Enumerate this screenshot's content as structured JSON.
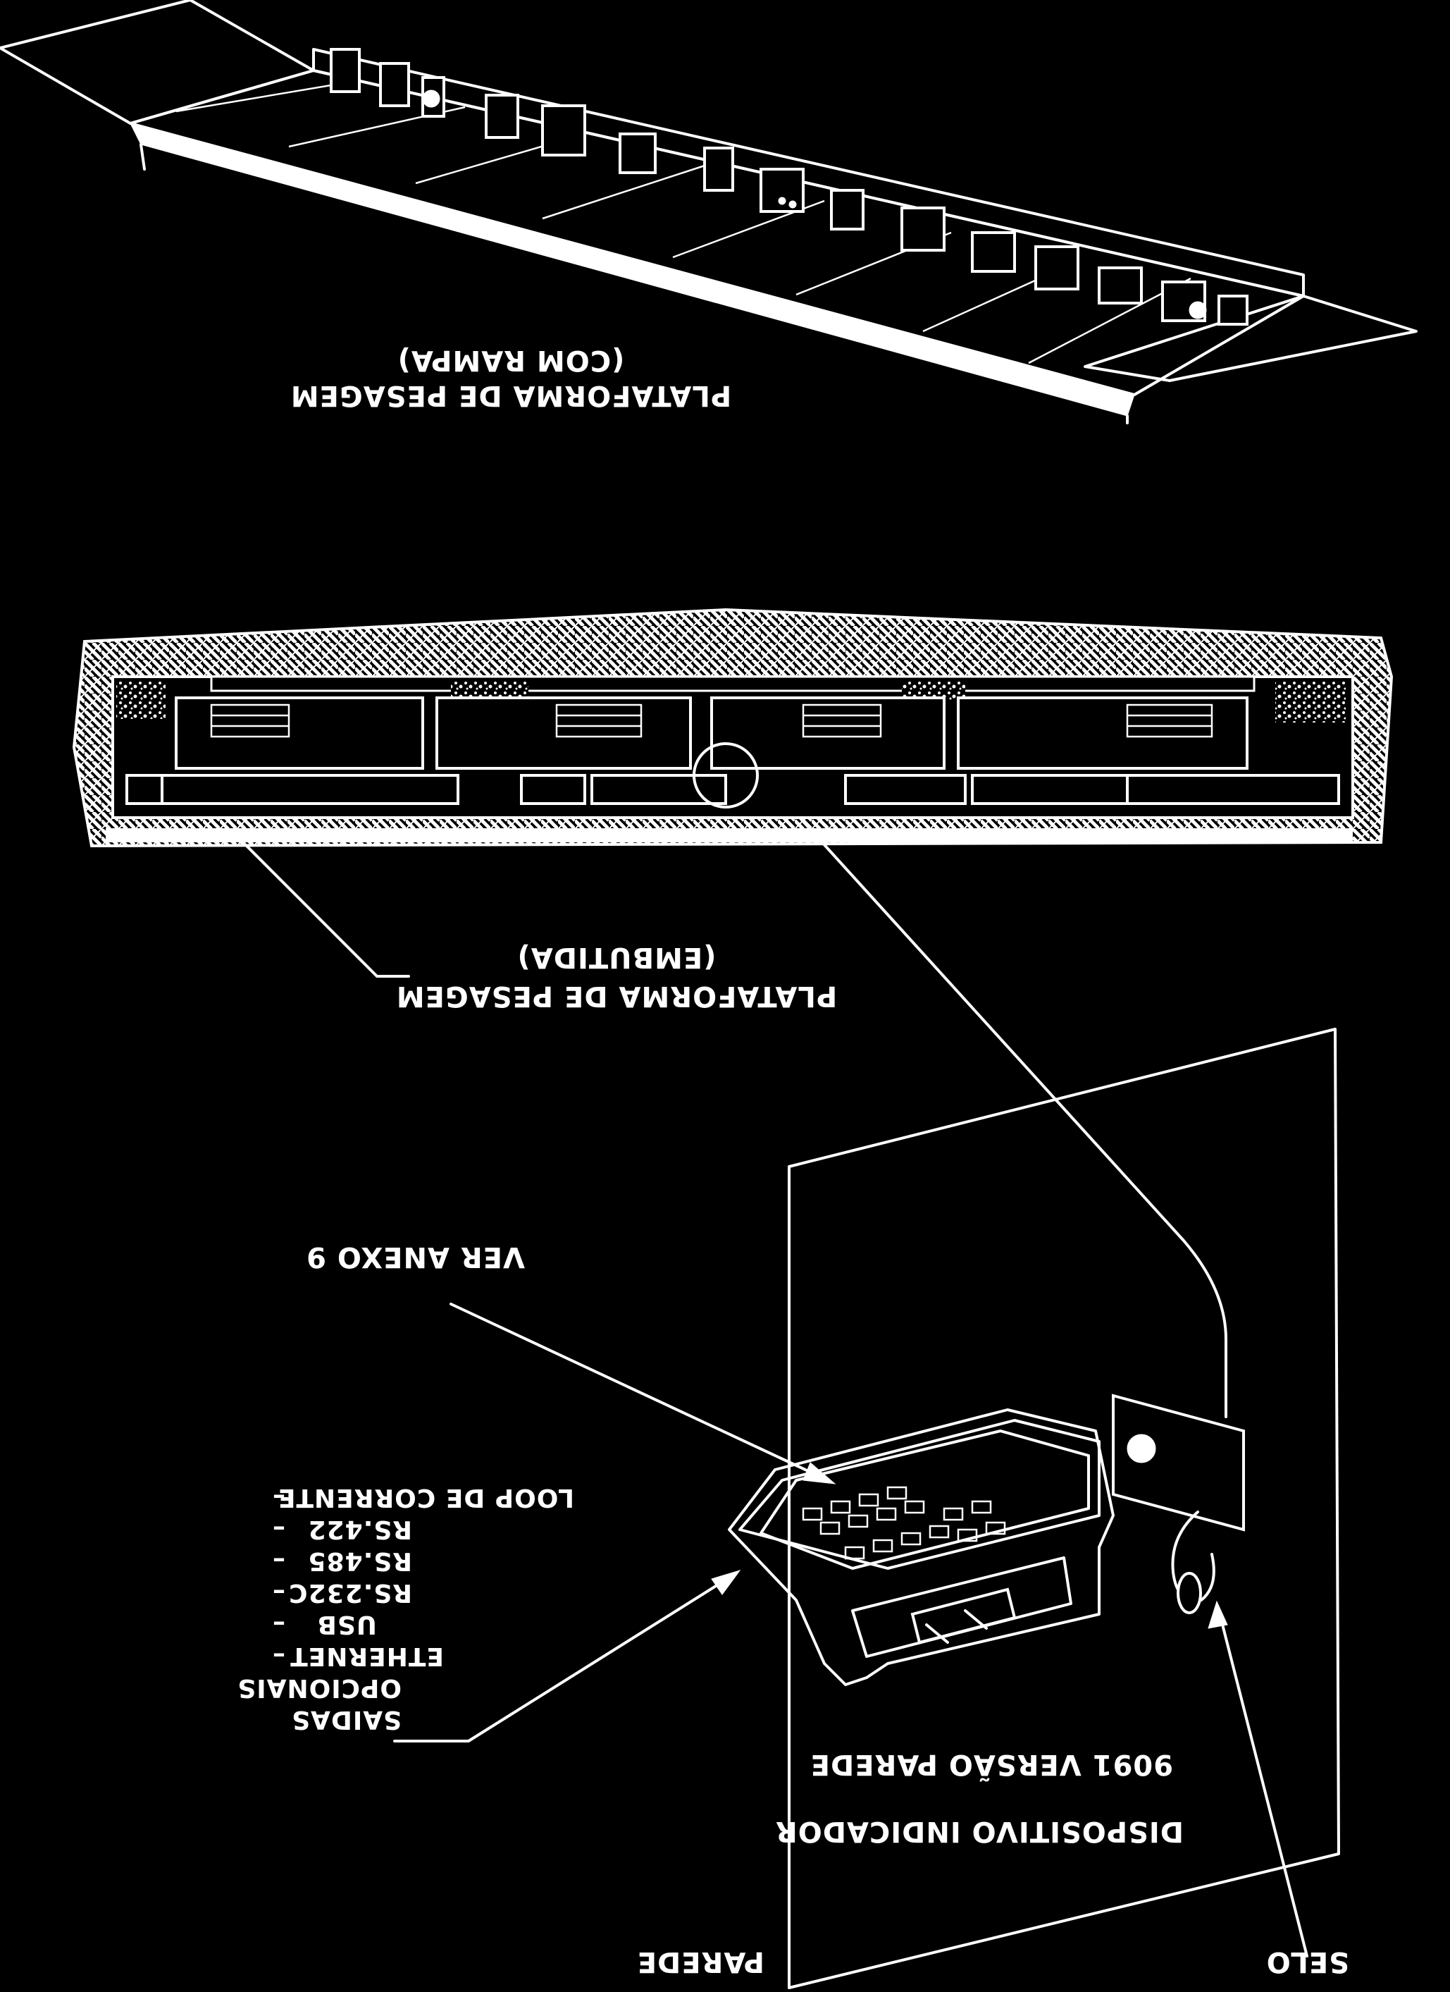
{
  "labels": {
    "platform_ramp_line1": "(COM RAMPA)",
    "platform_ramp_line2": "PLATAFORMA DE PESAGEM",
    "platform_embedded_line1": "(EMBUTIDA)",
    "platform_embedded_line2": "PLATAFORMA DE PESAGEM",
    "see_annex": "VER ANEXO 9",
    "outputs_title_1": "SAIDAS",
    "outputs_title_2": "OPCIONAIS",
    "outputs_items": [
      "ETHERNET",
      "USB",
      "RS.232C",
      "RS.485",
      "RS.422",
      "LOOP DE CORRENTE"
    ],
    "device_line1": "DISPOSITIVO INDICADOR",
    "device_line2": "9091 VERSÃO PAREDE",
    "wall": "PAREDE",
    "seal": "SELO"
  },
  "style": {
    "background": "#000000",
    "ink": "#ffffff",
    "mirrored": true
  }
}
